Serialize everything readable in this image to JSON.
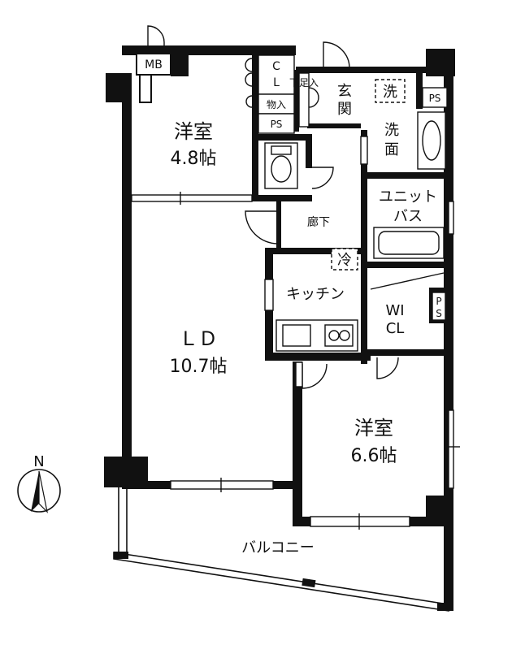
{
  "rooms": {
    "western_room_1": {
      "name": "洋室",
      "size": "4.8帖"
    },
    "living_dining": {
      "name": "ＬＤ",
      "size": "10.7帖"
    },
    "western_room_2": {
      "name": "洋室",
      "size": "6.6帖"
    }
  },
  "labels": {
    "mb": "MB",
    "cl_c": "C",
    "cl_l": "L",
    "storage": "物入",
    "ps_1": "PS",
    "shoe_box": "下足入",
    "entrance": "玄関",
    "washer": "洗",
    "ps_2": "PS",
    "washroom_1": "洗",
    "washroom_2": "面",
    "corridor": "廊下",
    "unit_bath_1": "ユニット",
    "unit_bath_2": "バス",
    "fridge": "冷",
    "kitchen": "キッチン",
    "wic_1": "WI",
    "wic_2": "CL",
    "ps_3": "PS",
    "balcony": "バルコニー",
    "north": "N"
  }
}
